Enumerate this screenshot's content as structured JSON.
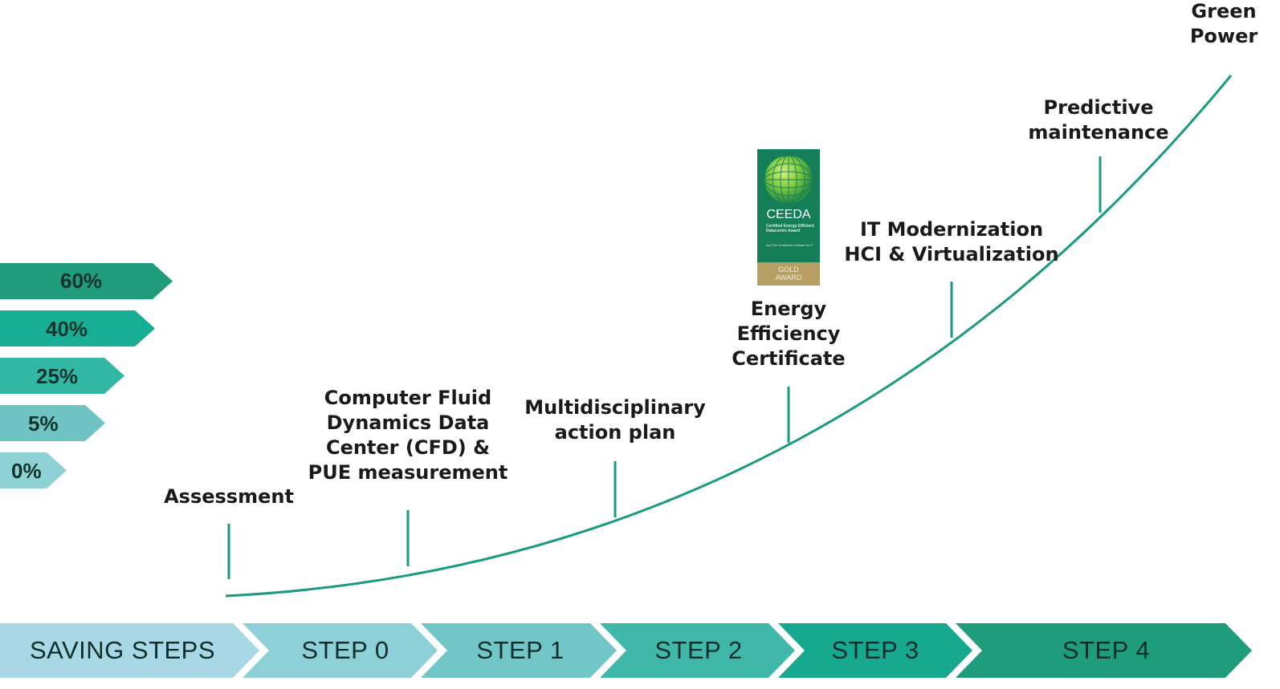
{
  "percent_arrows": [
    {
      "label": "60%",
      "color": "#1f9c7c"
    },
    {
      "label": "40%",
      "color": "#18ae95"
    },
    {
      "label": "25%",
      "color": "#33b7a5"
    },
    {
      "label": "5%",
      "color": "#6ec4c3"
    },
    {
      "label": "0%",
      "color": "#8fd2d6"
    }
  ],
  "steps": [
    {
      "label": "SAVING STEPS",
      "color": "#a8d8e6"
    },
    {
      "label": "STEP 0",
      "color": "#8dd0d8"
    },
    {
      "label": "STEP 1",
      "color": "#73c6c8"
    },
    {
      "label": "STEP 2",
      "color": "#3fb8a9"
    },
    {
      "label": "STEP 3",
      "color": "#16a98f"
    },
    {
      "label": "STEP 4",
      "color": "#1f9c7c"
    }
  ],
  "milestones": [
    {
      "label": "Assessment"
    },
    {
      "label": "Computer Fluid\nDynamics Data\nCenter (CFD) &\nPUE measurement"
    },
    {
      "label": "Multidisciplinary\naction plan"
    },
    {
      "label": "Energy\nEfficiency\nCertificate"
    },
    {
      "label": "IT Modernization\nHCI & Virtualization"
    },
    {
      "label": "Predictive\nmaintenance"
    },
    {
      "label": "Green\nPower"
    }
  ],
  "certificate_badge": {
    "name": "CEEDA",
    "subtitle": "Certified Energy Efficient Datacentre Award",
    "org": "bca The Chartered Institute for IT",
    "award": "GOLD\nAWARD",
    "bg_color": "#137e58",
    "award_color": "#b79f63"
  },
  "curve_color": "#1a9a80"
}
